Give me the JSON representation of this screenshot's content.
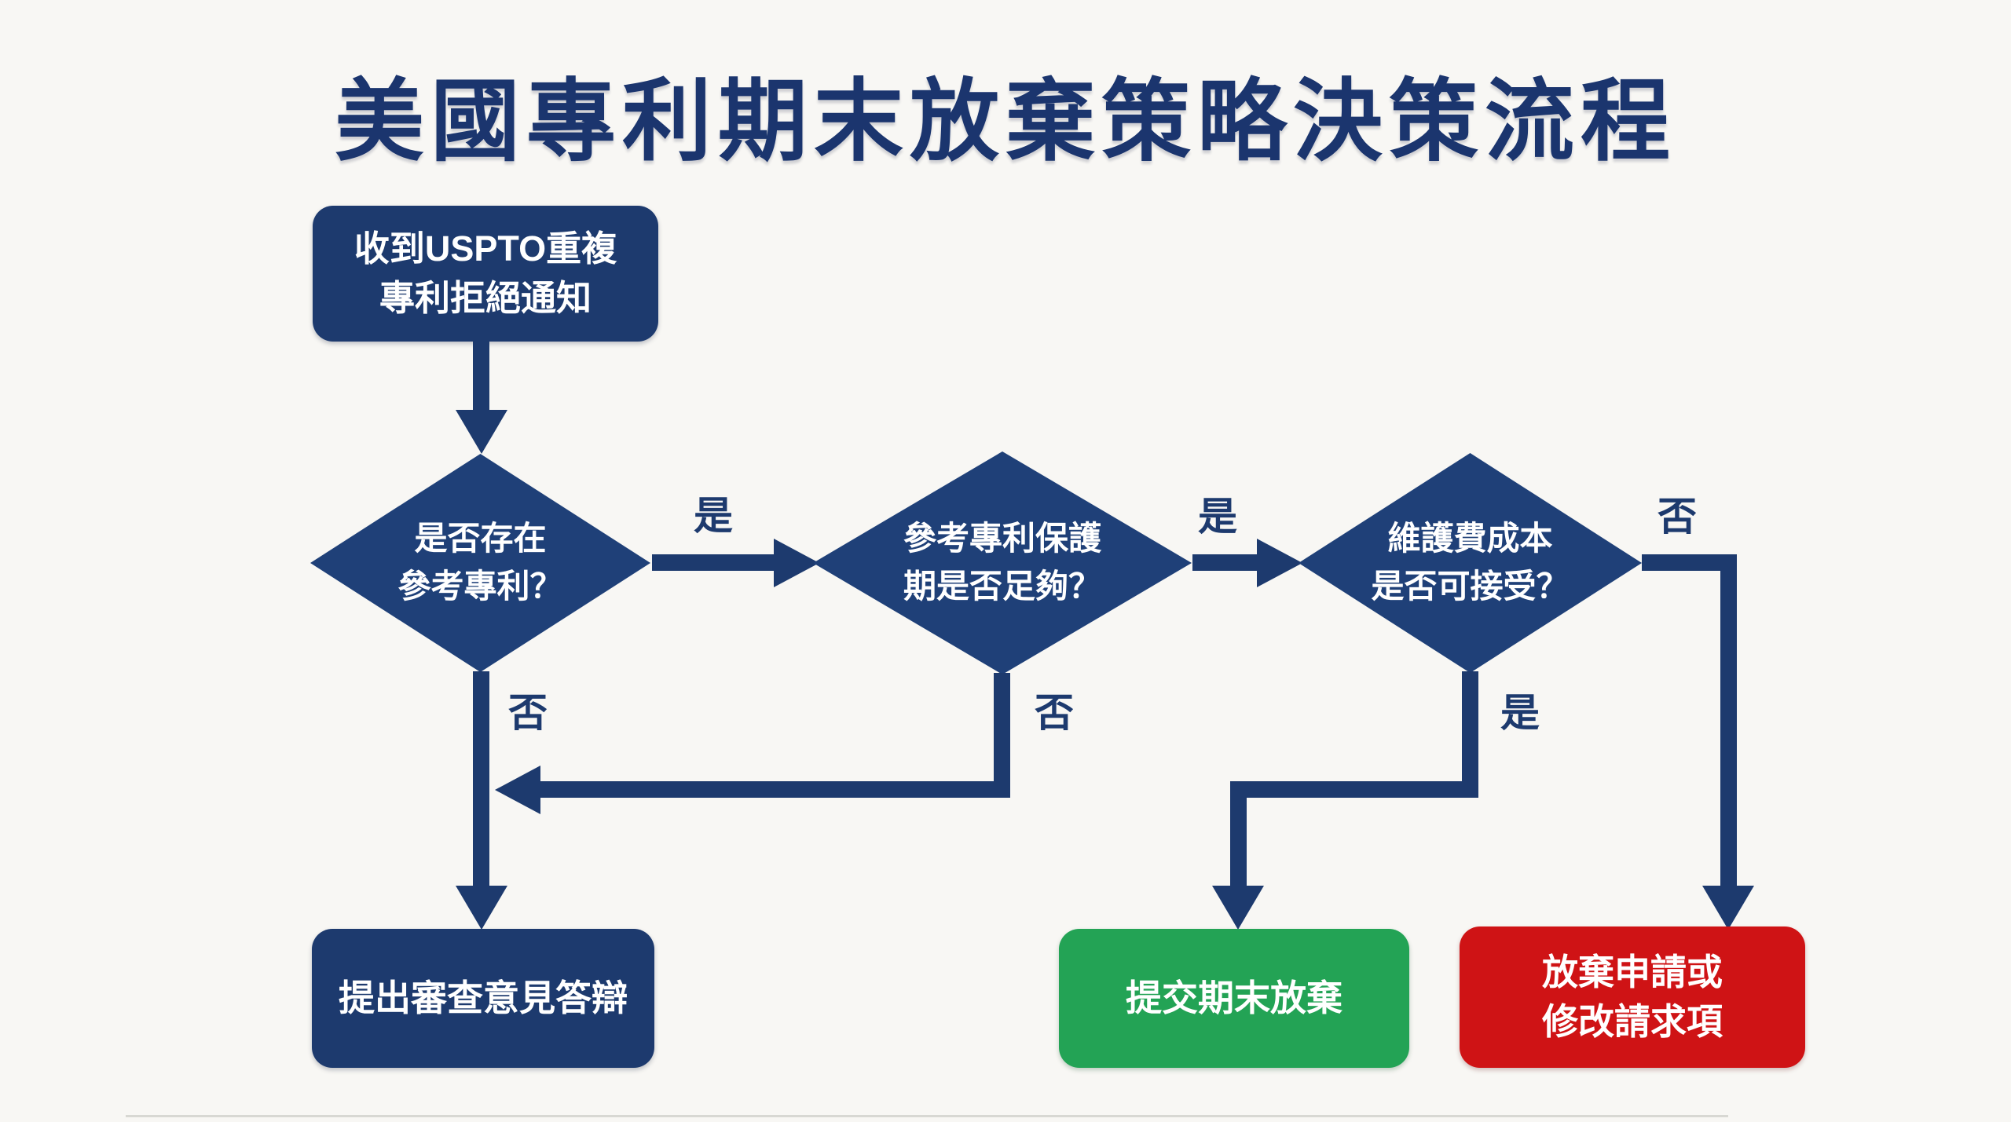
{
  "title": "美國專利期末放棄策略決策流程",
  "colors": {
    "bg": "#f8f7f4",
    "navy": "#1d3a6e",
    "diamond": "#1f4078",
    "title": "#1b356e",
    "green": "#23a355",
    "red": "#cf1315",
    "white": "#ffffff"
  },
  "nodes": {
    "start": {
      "line1": "收到USPTO重複",
      "line2": "專利拒絕通知"
    },
    "decision1": {
      "line1": "是否存在",
      "line2": "參考專利？"
    },
    "decision2": {
      "line1": "參考專利保護",
      "line2": "期是否足夠？"
    },
    "decision3": {
      "line1": "維護費成本",
      "line2": "是否可接受？"
    },
    "respond": {
      "label": "提出審查意見答辯"
    },
    "terminal_disclaimer": {
      "label": "提交期末放棄"
    },
    "abandon": {
      "line1": "放棄申請或",
      "line2": "修改請求項"
    }
  },
  "edge_labels": {
    "d1_yes": "是",
    "d1_no": "否",
    "d2_yes": "是",
    "d2_no": "否",
    "d3_yes": "是",
    "d3_no": "否"
  }
}
